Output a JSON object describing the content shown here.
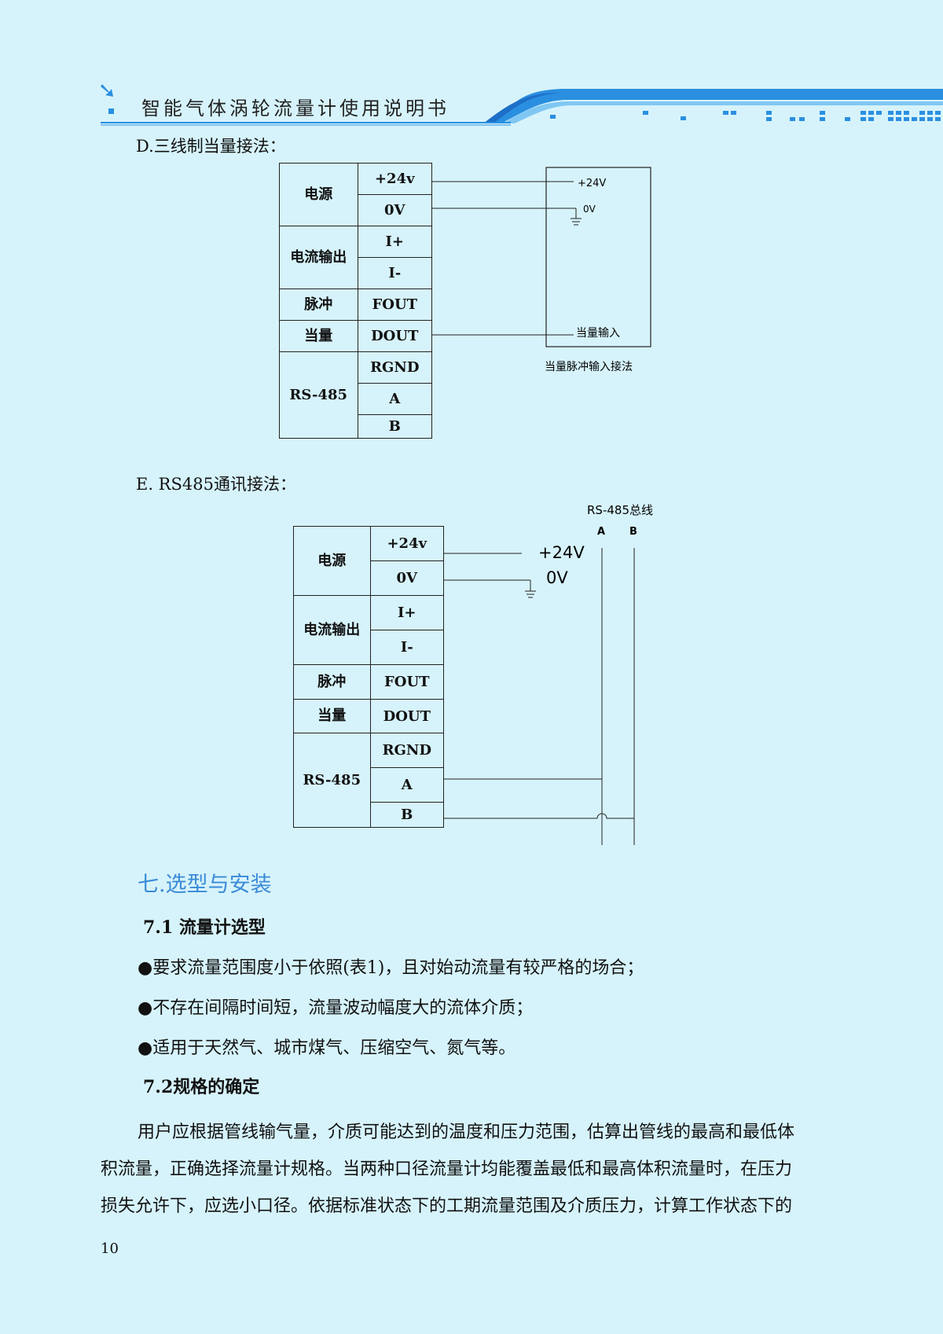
{
  "header": {
    "title": "智能气体涡轮流量计使用说明书"
  },
  "section_d": {
    "title": "D.三线制当量接法：",
    "table": {
      "groups": [
        "电源",
        "电流输出",
        "脉冲",
        "当量",
        "RS-485"
      ],
      "pins": [
        "+24v",
        "0V",
        "I+",
        "I-",
        "FOUT",
        "DOUT",
        "RGND",
        "A",
        "B"
      ]
    },
    "device": {
      "label_24v": "+24V",
      "label_0v": "0V",
      "label_input": "当量输入",
      "caption": "当量脉冲输入接法"
    }
  },
  "section_e": {
    "title": "E. RS485通讯接法：",
    "table": {
      "groups": [
        "电源",
        "电流输出",
        "脉冲",
        "当量",
        "RS-485"
      ],
      "pins": [
        "+24v",
        "0V",
        "I+",
        "I-",
        "FOUT",
        "DOUT",
        "RGND",
        "A",
        "B"
      ]
    },
    "bus": {
      "label": "RS-485总线",
      "a": "A",
      "b": "B",
      "label_24v": "+24V",
      "label_0v": "0V"
    }
  },
  "section7": {
    "title": "七.选型与安装",
    "sub1": "7.1 流量计选型",
    "bullets": [
      "●要求流量范围度小于依照(表1)，且对始动流量有较严格的场合；",
      "●不存在间隔时间短，流量波动幅度大的流体介质；",
      "●适用于天然气、城市煤气、压缩空气、氮气等。"
    ],
    "sub2": "7.2规格的确定",
    "paragraph_lines": [
      "用户应根据管线输气量，介质可能达到的温度和压力范围，估算出管线的最高和最低体",
      "积流量，正确选择流量计规格。当两种口径流量计均能覆盖最低和最高体积流量时，在压力",
      "损失允许下，应选小口径。依据标准状态下的工期流量范围及介质压力，计算工作状态下的"
    ]
  },
  "page_number": "10",
  "colors": {
    "page_bg": "#d6f3fb",
    "accent_blue": "#2a8fe0",
    "section_title": "#3a8ad6"
  }
}
